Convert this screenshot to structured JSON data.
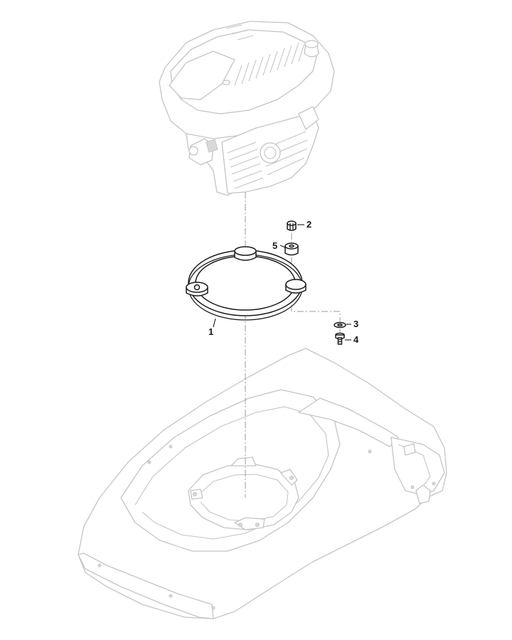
{
  "diagram": {
    "callouts": [
      {
        "id": "1",
        "label": "1",
        "part": "engine-support-ring"
      },
      {
        "id": "2",
        "label": "2",
        "part": "nut"
      },
      {
        "id": "3",
        "label": "3",
        "part": "washer"
      },
      {
        "id": "4",
        "label": "4",
        "part": "screw"
      },
      {
        "id": "5",
        "label": "5",
        "part": "spacer"
      }
    ],
    "colors": {
      "outline": "#1a1a1a",
      "ghosted_context": "#c4c4c4",
      "center_line": "#9a9a9a",
      "background": "#ffffff"
    },
    "icons": [
      "engine-ghost",
      "deck-ghost"
    ]
  }
}
